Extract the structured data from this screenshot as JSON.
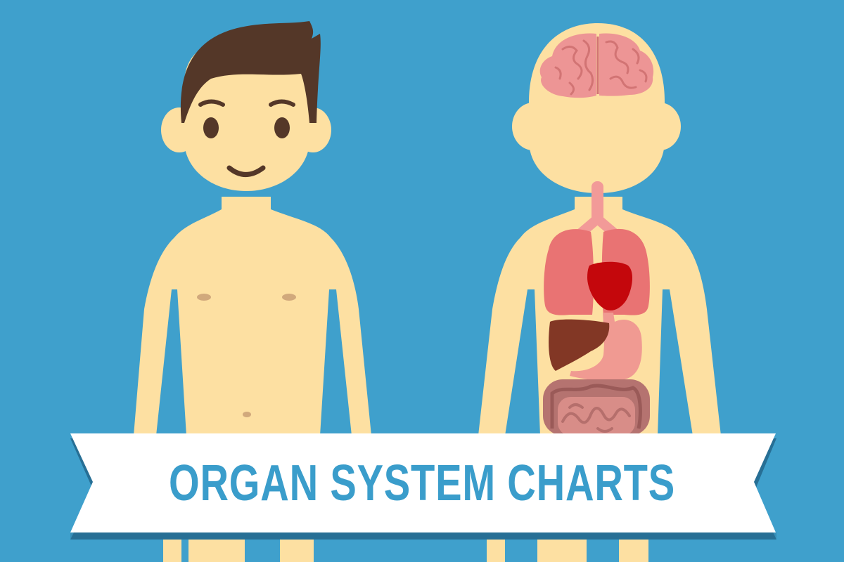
{
  "banner": {
    "title": "ORGAN SYSTEM CHARTS"
  },
  "figures": [
    {
      "name": "Cartoon boy",
      "features": [
        "hair",
        "eyebrows",
        "eyes",
        "smile",
        "ears",
        "nipples",
        "navel"
      ]
    },
    {
      "name": "Anatomy figure",
      "organs": [
        "brain",
        "trachea",
        "lungs",
        "heart",
        "liver",
        "stomach",
        "large intestine",
        "small intestine"
      ]
    }
  ],
  "colors": {
    "background": "#3fa0cc",
    "skin": "#fde0a2",
    "hair": "#543728",
    "brain": "#ed9595",
    "lungs": "#e97373",
    "trachea": "#f29a98",
    "heart": "#c4070c",
    "liver": "#823725",
    "stomach": "#f09a92",
    "intestine_large": "#b57370",
    "intestine_small": "#d88d88",
    "banner": "#ffffff",
    "banner_shadow": "#276f95",
    "banner_text": "#3a9dcb"
  }
}
